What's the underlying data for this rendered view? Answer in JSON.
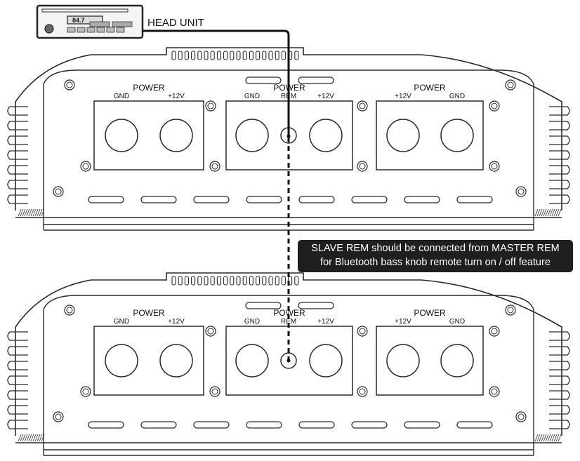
{
  "head_unit": {
    "label": "HEAD UNIT",
    "display": "84.7"
  },
  "master_amp": {
    "terminals": {
      "left": {
        "title": "POWER",
        "a": "GND",
        "b": "+12V"
      },
      "center": {
        "title": "POWER",
        "a": "GND",
        "mid": "REM",
        "b": "+12V"
      },
      "right": {
        "title": "POWER",
        "a": "+12V",
        "b": "GND"
      }
    }
  },
  "slave_amp": {
    "terminals": {
      "left": {
        "title": "POWER",
        "a": "GND",
        "b": "+12V"
      },
      "center": {
        "title": "POWER",
        "a": "GND",
        "mid": "REM",
        "b": "+12V"
      },
      "right": {
        "title": "POWER",
        "a": "+12V",
        "b": "GND"
      }
    }
  },
  "note": {
    "line1": "SLAVE REM should be connected from MASTER REM",
    "line2": "for Bluetooth bass knob remote turn on / off feature"
  },
  "colors": {
    "stroke": "#2a2a2a",
    "wire": "#111111",
    "note_bg": "#1f1f1f"
  }
}
